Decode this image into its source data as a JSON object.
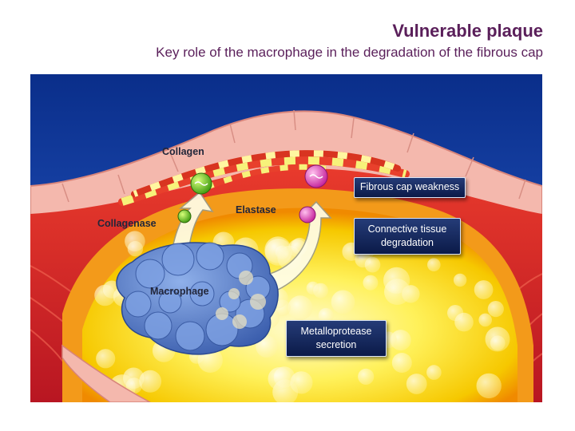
{
  "header": {
    "title": "Vulnerable plaque",
    "subtitle": "Key role of the macrophage in the degradation of the fibrous cap"
  },
  "diagram": {
    "labels": {
      "collagen": "Collagen",
      "collagenase": "Collagenase",
      "elastase": "Elastase",
      "macrophage": "Macrophage"
    },
    "boxes": {
      "fibrous_cap": "Fibrous cap weakness",
      "connective": "Connective tissue\ndegradation",
      "metalloprotease": "Metalloprotease\nsecretion"
    }
  },
  "colors": {
    "title": "#5a1f5a",
    "lumen_blue": "#0a2f8c",
    "vessel_wall": "#f2b3a8",
    "lipid_core": "#f7e400",
    "muscle_red": "#d8262a",
    "box_navy": "#142a60",
    "collagenase_green": "#6ec21e",
    "elastase_pink": "#e040b4",
    "macrophage_blue": "#6a8fd6"
  }
}
